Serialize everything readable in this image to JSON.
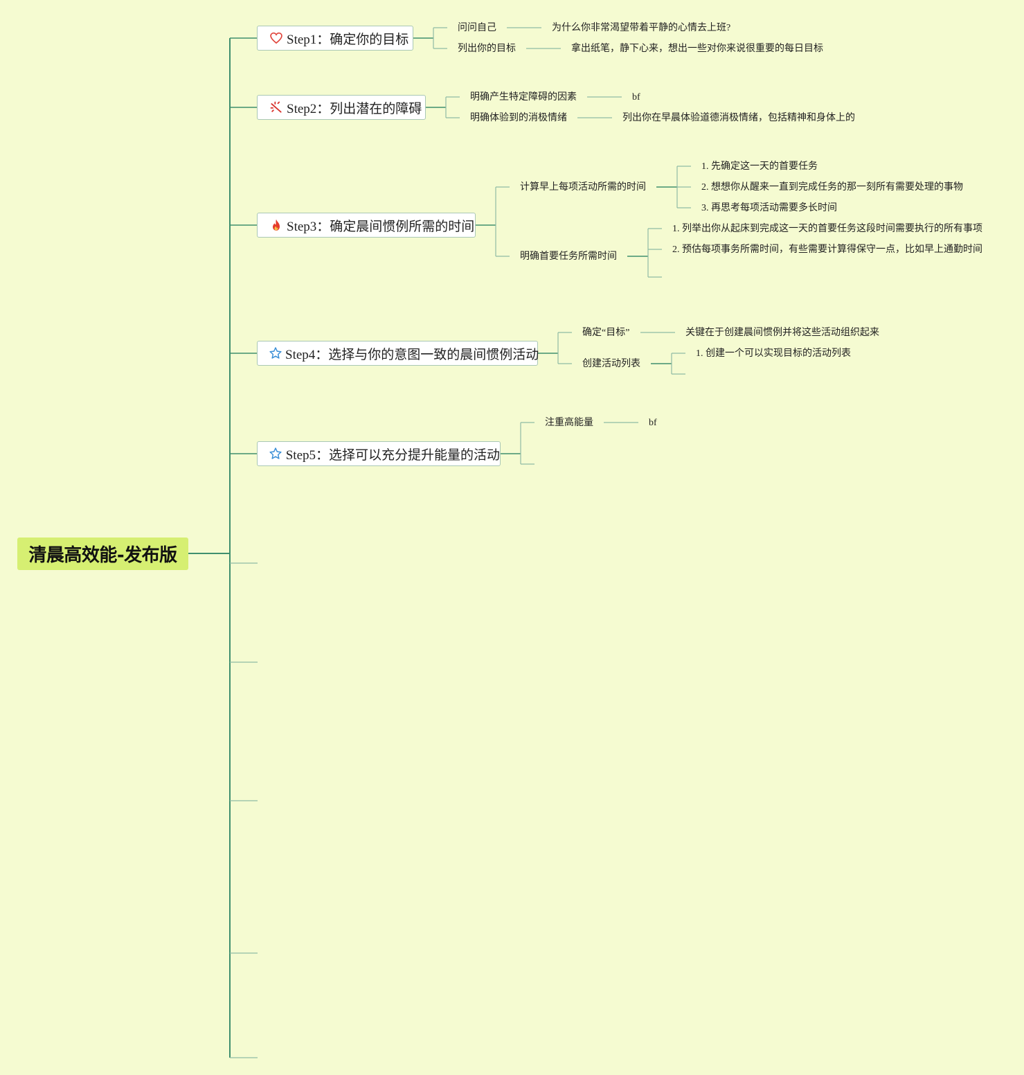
{
  "root": {
    "title": "清晨高效能-发布版"
  },
  "steps": [
    {
      "label": "Step1：确定你的目标",
      "icon": "heart-icon",
      "icon_color": "#e0433a"
    },
    {
      "label": "Step2：列出潜在的障碍",
      "icon": "sparkle-icon",
      "icon_color": "#d8342e"
    },
    {
      "label": "Step3：确定晨间惯例所需的时间",
      "icon": "flame-icon",
      "icon_color": "#e53b2c"
    },
    {
      "label": "Step4：选择与你的意图一致的晨间惯例活动",
      "icon": "star-icon",
      "icon_color": "#3a8fd6"
    },
    {
      "label": "Step5：选择可以充分提升能量的活动",
      "icon": "star-icon",
      "icon_color": "#3a8fd6"
    }
  ],
  "nodes": {
    "s1_a": "问问自己",
    "s1_a_1": "为什么你非常渴望带着平静的心情去上班?",
    "s1_b": "列出你的目标",
    "s1_b_1": "拿出纸笔，静下心来，想出一些对你来说很重要的每日目标",
    "s2_a": "明确产生特定障碍的因素",
    "s2_a_1": "bf",
    "s2_b": "明确体验到的消极情绪",
    "s2_b_1": "列出你在早晨体验道德消极情绪，包括精神和身体上的",
    "s3_a": "计算早上每项活动所需的时间",
    "s3_a_1": "1. 先确定这一天的首要任务",
    "s3_a_2": "2. 想想你从醒来一直到完成任务的那一刻所有需要处理的事物",
    "s3_a_3": "3. 再思考每项活动需要多长时间",
    "s3_b": "明确首要任务所需时间",
    "s3_b_1": "1. 列举出你从起床到完成这一天的首要任务这段时间需要执行的所有事项",
    "s3_b_2": "2. 预估每项事务所需时间，有些需要计算得保守一点，比如早上通勤时间",
    "s4_a": "确定“目标”",
    "s4_a_1": "关键在于创建晨间惯例并将这些活动组织起来",
    "s4_b": "创建活动列表",
    "s4_b_1": "1. 创建一个可以实现目标的活动列表",
    "s5_a": "注重高能量",
    "s5_a_1": "bf"
  },
  "colors": {
    "line": "#3f8f6e",
    "line_light": "#8fbba5",
    "background": "#f5fbd1",
    "root_fill": "#d6ef72"
  }
}
